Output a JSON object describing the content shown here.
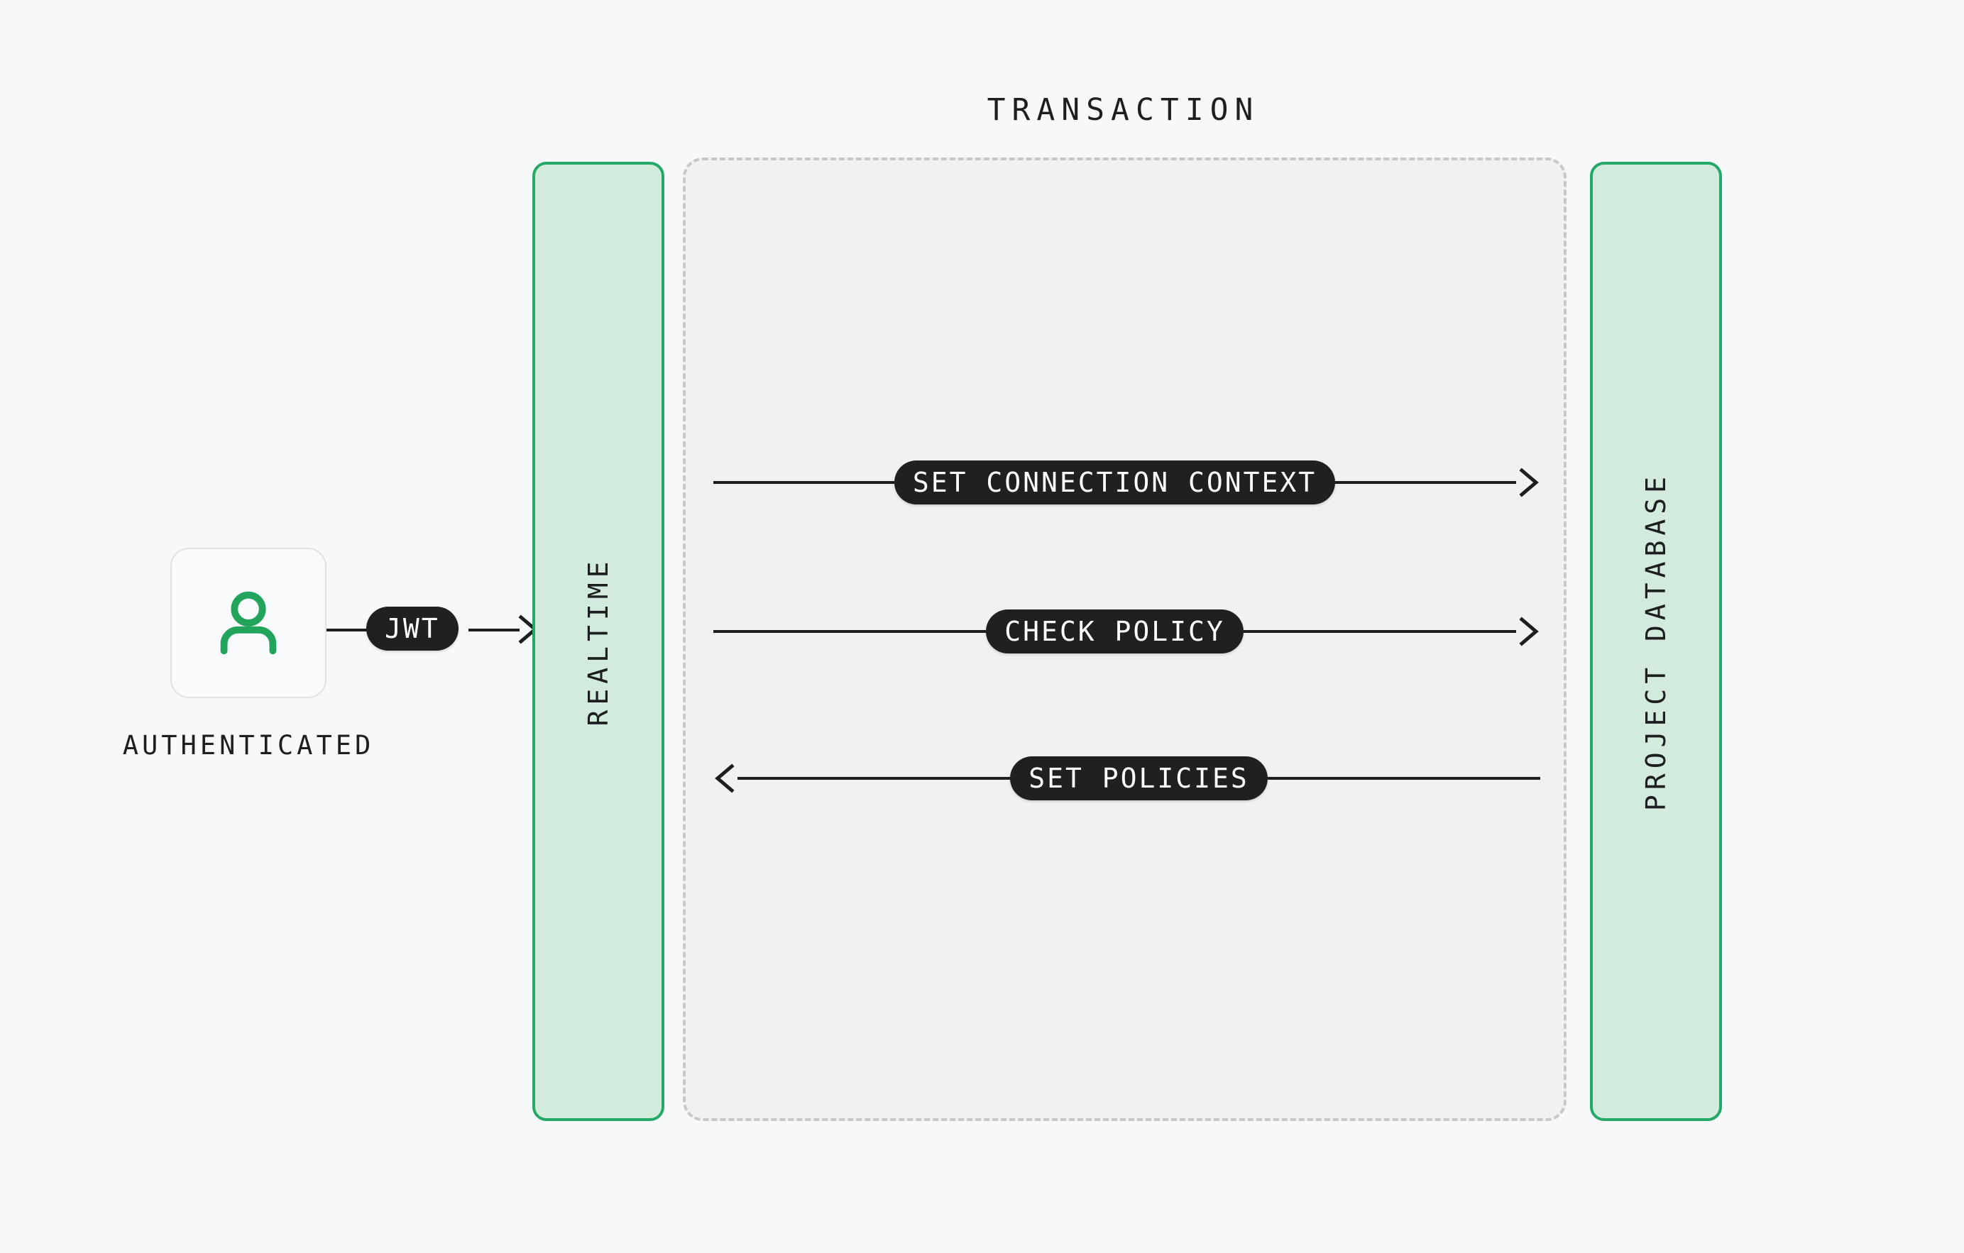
{
  "diagram": {
    "title": "TRANSACTION",
    "background_color": "#f7f8fa",
    "accent_green": "#24a866",
    "pill_color": "#1f2121",
    "transaction_box_fill": "#f0f1f3",
    "transaction_box_border": "#c6c9cb"
  },
  "actor": {
    "icon": "user-icon",
    "label": "AUTHENTICATED",
    "token": {
      "label": "JWT",
      "arrow": "arrow-right-icon"
    }
  },
  "columns": {
    "left": {
      "label": "REALTIME",
      "fill": "#d3ebdd",
      "border": "#24a866"
    },
    "right": {
      "label": "PROJECT DATABASE",
      "fill": "#d3ebdd",
      "border": "#24a866"
    }
  },
  "flows": [
    {
      "label": "SET CONNECTION CONTEXT",
      "direction": "right",
      "from": "REALTIME",
      "to": "PROJECT DATABASE"
    },
    {
      "label": "CHECK POLICY",
      "direction": "right",
      "from": "REALTIME",
      "to": "PROJECT DATABASE"
    },
    {
      "label": "SET POLICIES",
      "direction": "left",
      "from": "PROJECT DATABASE",
      "to": "REALTIME"
    }
  ]
}
